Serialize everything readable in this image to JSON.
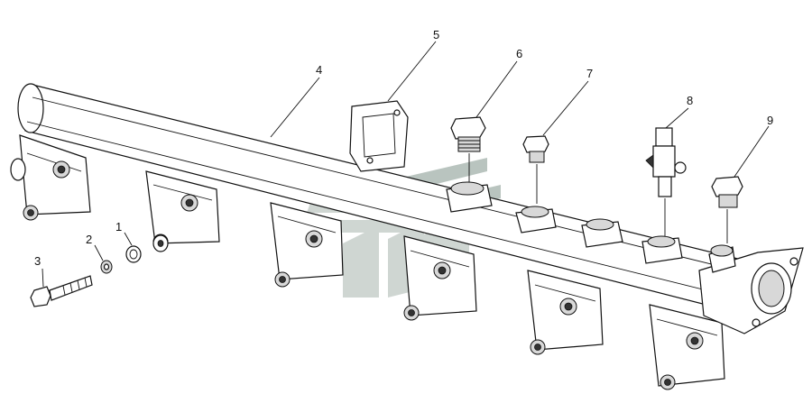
{
  "callouts": [
    {
      "id": "c1",
      "label": "1"
    },
    {
      "id": "c2",
      "label": "2"
    },
    {
      "id": "c3",
      "label": "3"
    },
    {
      "id": "c4",
      "label": "4"
    },
    {
      "id": "c5",
      "label": "5"
    },
    {
      "id": "c6",
      "label": "6"
    },
    {
      "id": "c7",
      "label": "7"
    },
    {
      "id": "c8",
      "label": "8"
    },
    {
      "id": "c9",
      "label": "9"
    }
  ],
  "colors": {
    "line": "#111111",
    "watermark": "#cfd6d2",
    "background": "#ffffff"
  }
}
